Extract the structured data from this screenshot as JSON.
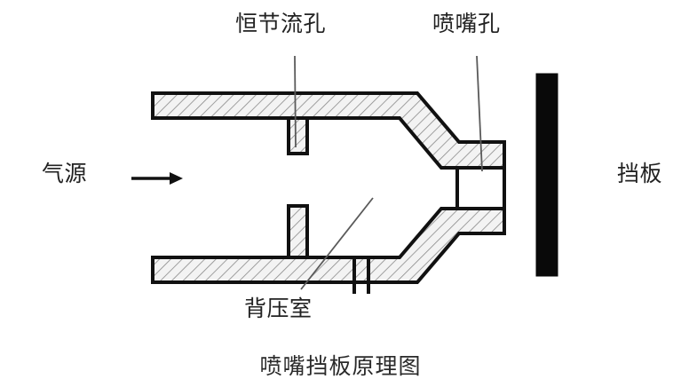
{
  "figure": {
    "caption": "喷嘴挡板原理图",
    "labels": {
      "restrictor_orifice": "恒节流孔",
      "nozzle_orifice": "喷嘴孔",
      "air_source": "气源",
      "baffle": "挡板",
      "back_pressure_chamber": "背压室"
    },
    "icons": {
      "flow_arrow": "right-arrow-icon"
    },
    "colors": {
      "outline": "#111111",
      "hatch": "#6e6e6e",
      "hatch_fill": "#f2f2f2",
      "baffle_fill": "#090909",
      "leader_line": "#555555",
      "text": "#222222",
      "background": "#ffffff"
    }
  }
}
